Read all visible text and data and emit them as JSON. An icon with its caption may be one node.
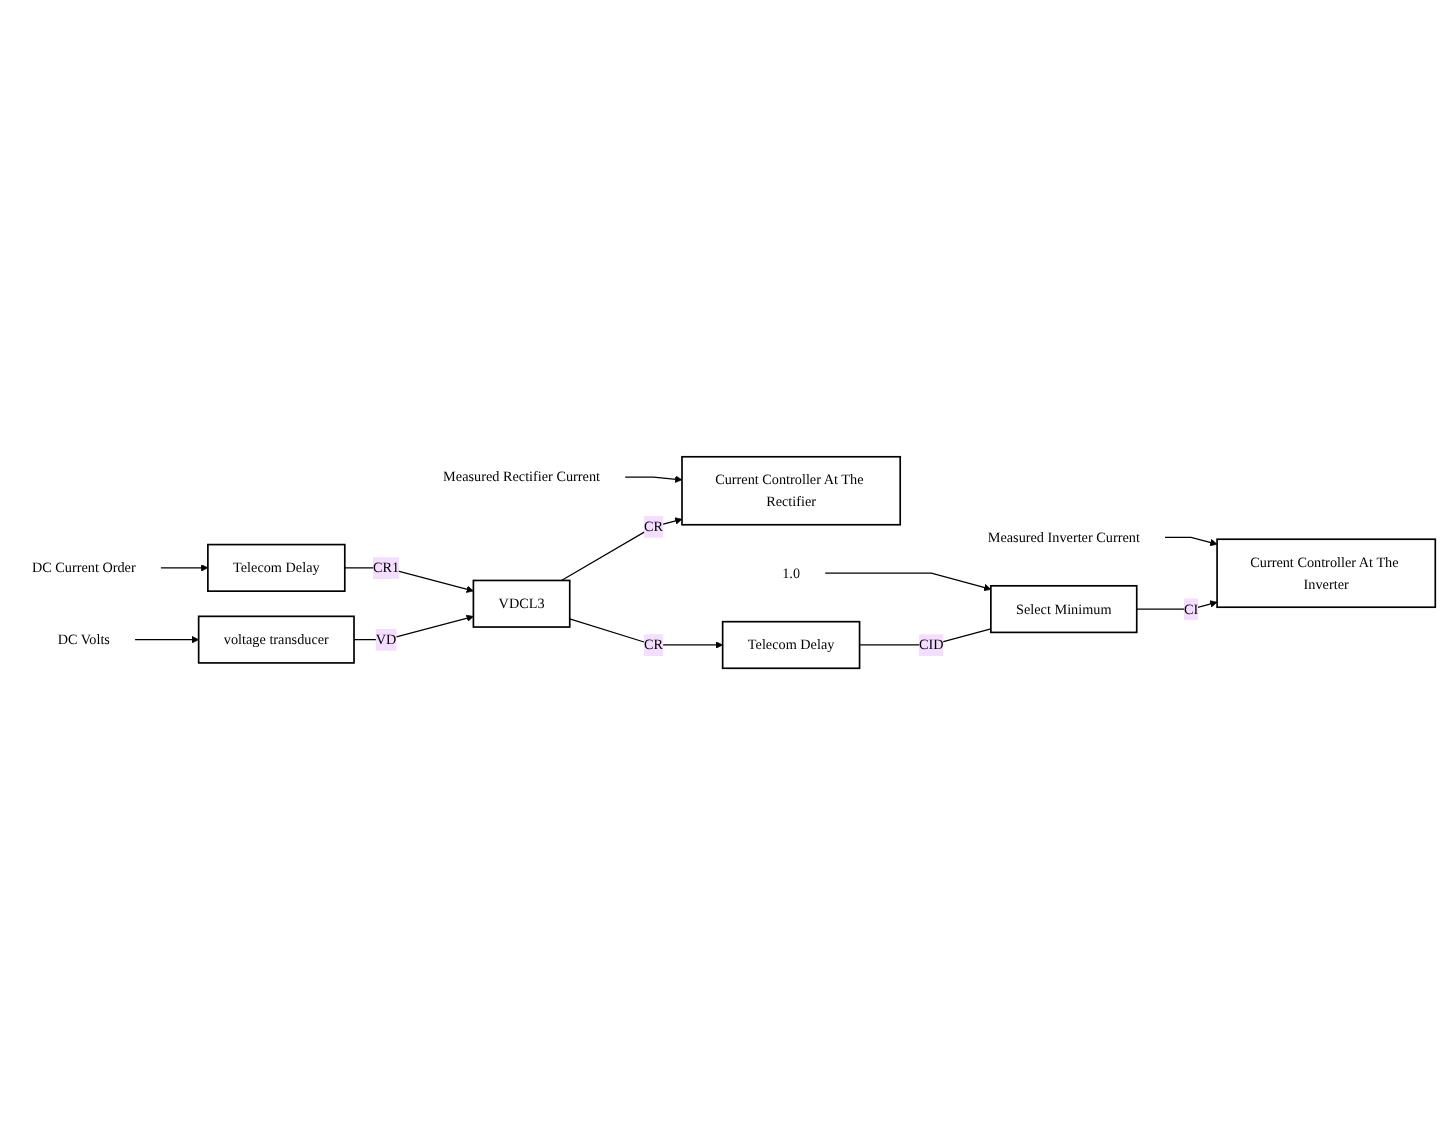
{
  "diagram": {
    "nodes": [
      {
        "text": [
          "voltage transducer"
        ]
      },
      {
        "text": [
          "DC Volts"
        ]
      },
      {
        "text": [
          "DC Current Order"
        ]
      },
      {
        "text": [
          "Telecom Delay"
        ]
      },
      {
        "text": [
          "VDCL3"
        ]
      },
      {
        "text": [
          "Current Controller At The Rectifier"
        ]
      },
      {
        "text": [
          "Measured Rectifier Current"
        ]
      },
      {
        "text": [
          "Telecom Delay"
        ]
      },
      {
        "text": [
          "Select Minimum"
        ]
      },
      {
        "text": [
          "1.0"
        ]
      },
      {
        "text": [
          "Current Controller At The Inverter"
        ]
      },
      {
        "text": [
          "Measured Inverter Current"
        ]
      }
    ],
    "edges": [
      {
        "from": 1,
        "to": 0,
        "arrow": "to"
      },
      {
        "from": 0,
        "to": 4,
        "arrow": "to",
        "label": "VD"
      },
      {
        "from": 2,
        "to": 3,
        "arrow": "to"
      },
      {
        "from": 3,
        "to": 4,
        "arrow": "to",
        "label": "CR1"
      },
      {
        "from": 4,
        "to": 5,
        "arrow": "to",
        "label": "CR"
      },
      {
        "from": 4,
        "to": 7,
        "arrow": "to",
        "label": "CR"
      },
      {
        "from": 6,
        "to": 5,
        "arrow": "to"
      },
      {
        "from": 7,
        "to": 8,
        "arrow": "none",
        "label": "CID"
      },
      {
        "from": 9,
        "to": 8,
        "arrow": "to"
      },
      {
        "from": 8,
        "to": 10,
        "arrow": "to",
        "label": "CI"
      },
      {
        "from": 11,
        "to": 10,
        "arrow": "to"
      }
    ]
  }
}
